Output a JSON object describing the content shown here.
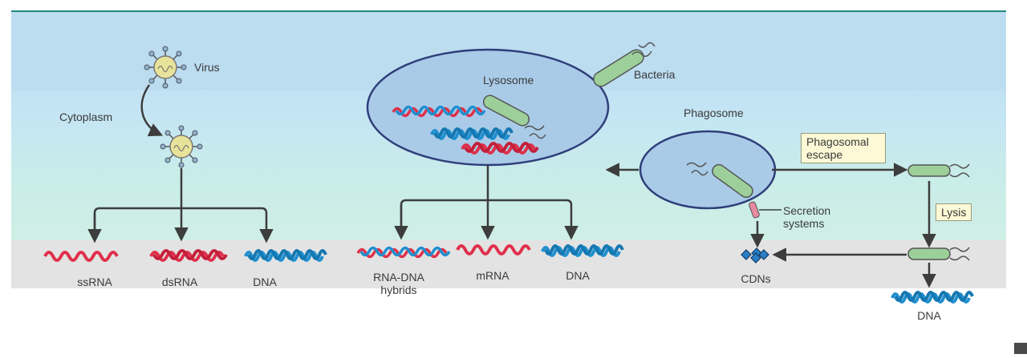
{
  "labels": {
    "virus": "Virus",
    "cytoplasm": "Cytoplasm",
    "lysosome": "Lysosome",
    "bacteria": "Bacteria",
    "phagosome": "Phagosome",
    "phagosomal_escape": "Phagosomal escape",
    "lysis": "Lysis",
    "secretion_systems": "Secretion systems",
    "ssrna": "ssRNA",
    "dsrna": "dsRNA",
    "dna_virus": "DNA",
    "rna_dna_hybrids": "RNA-DNA hybrids",
    "mrna": "mRNA",
    "dna_lysosome": "DNA",
    "cdns": "CDNs",
    "dna_lysis": "DNA"
  },
  "colors": {
    "band_top": "#bfdcef",
    "band_mid": "#c6e6f3",
    "band_low": "#c9ece9",
    "band_bottom": "#e3e3e3",
    "top_rule": "#1d8a7a",
    "rna_red": "#e0304a",
    "dna_blue": "#1f8fd0",
    "arrow": "#3d3d3d",
    "organelle_fill": "#a9cbe8",
    "organelle_stroke": "#2f3f7a",
    "bacterium": "#9ccf9a",
    "virus_core": "#e8e39a"
  }
}
